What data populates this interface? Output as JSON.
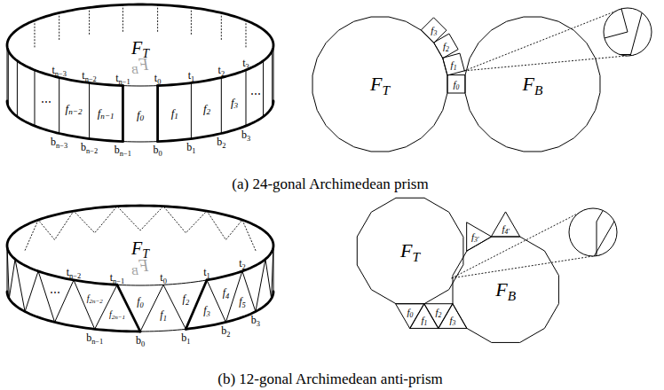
{
  "diagram": {
    "labels": [
      "FT",
      "FB",
      "tn−3",
      "tn−2",
      "tn−1",
      "t0",
      "t1",
      "t2",
      "t3",
      "⋯",
      "fn−2",
      "fn−1",
      "f0",
      "f1",
      "f2",
      "f3",
      "⋯",
      "bn−3",
      "bn−2",
      "bn−1",
      "b0",
      "b1",
      "b2",
      "b3",
      "FT",
      "FB",
      "f0",
      "f1",
      "f2",
      "f3",
      "(a) 24-gonal Archimedean prism",
      "FT",
      "FB",
      "tn−2",
      "tn−1",
      "t0",
      "t1",
      "t2",
      "⋯",
      "f2n−2",
      "f2n−1",
      "f0",
      "f1",
      "f2",
      "f3",
      "f4",
      "f5",
      "bn−1",
      "b0",
      "b1",
      "b2",
      "b3",
      "FT",
      "FB",
      "f0",
      "f1",
      "f2",
      "f3",
      "f3′",
      "f4′",
      "(b) 12-gonal Archimedean anti-prism"
    ]
  }
}
